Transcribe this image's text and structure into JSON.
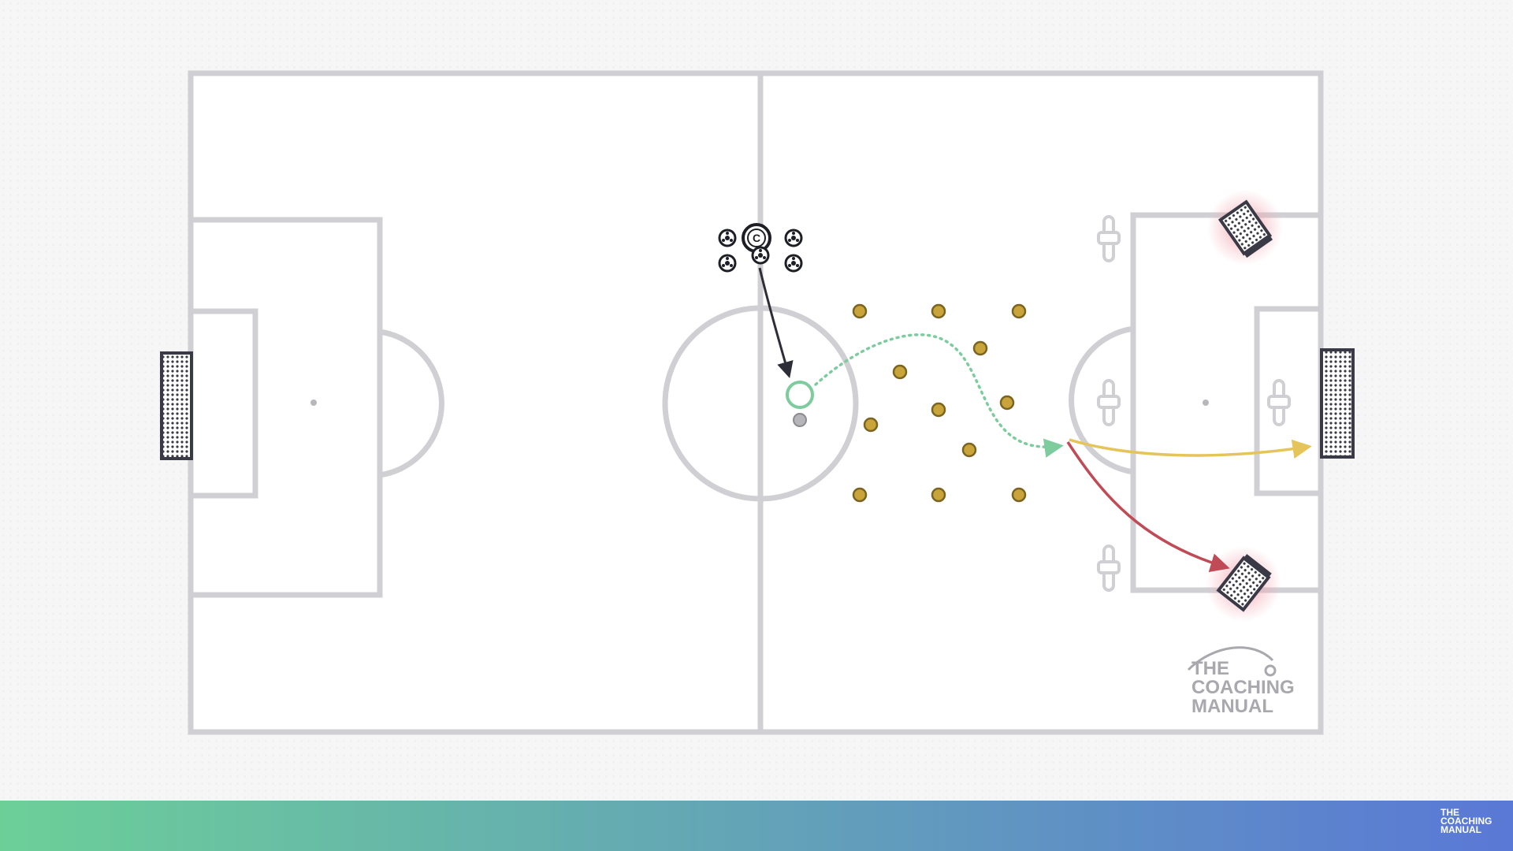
{
  "colors": {
    "background": "#f6f6f6",
    "pitch": "#ffffff",
    "pitch_lines": "#d0d0d4",
    "goal_frame": "#3a3a46",
    "cone": "#c9a43a",
    "cone_outline": "#7a6420",
    "coach_arrow": "#2e2e38",
    "dribble_path": "#7dcc9e",
    "shot_yellow": "#e5c45a",
    "shot_red": "#c04a55",
    "target_glow": "#f2a3ad",
    "footer_gradient_start": "#6ccf98",
    "footer_gradient_end": "#5a78d6"
  },
  "icons": {
    "coach": "coach-icon",
    "ball": "ball-icon",
    "player": "player-icon",
    "cone": "cone-icon",
    "mannequin": "mannequin-icon",
    "goal": "goal-icon",
    "mini_goal": "mini-goal-icon",
    "logo": "coaching-manual-logo"
  },
  "coach": {
    "label": "C"
  },
  "logo": {
    "line1": "THE",
    "line2": "COACHING",
    "line3": "MANUAL"
  },
  "footer_logo": {
    "line1": "THE",
    "line2": "COACHING",
    "line3": "MANUAL"
  }
}
